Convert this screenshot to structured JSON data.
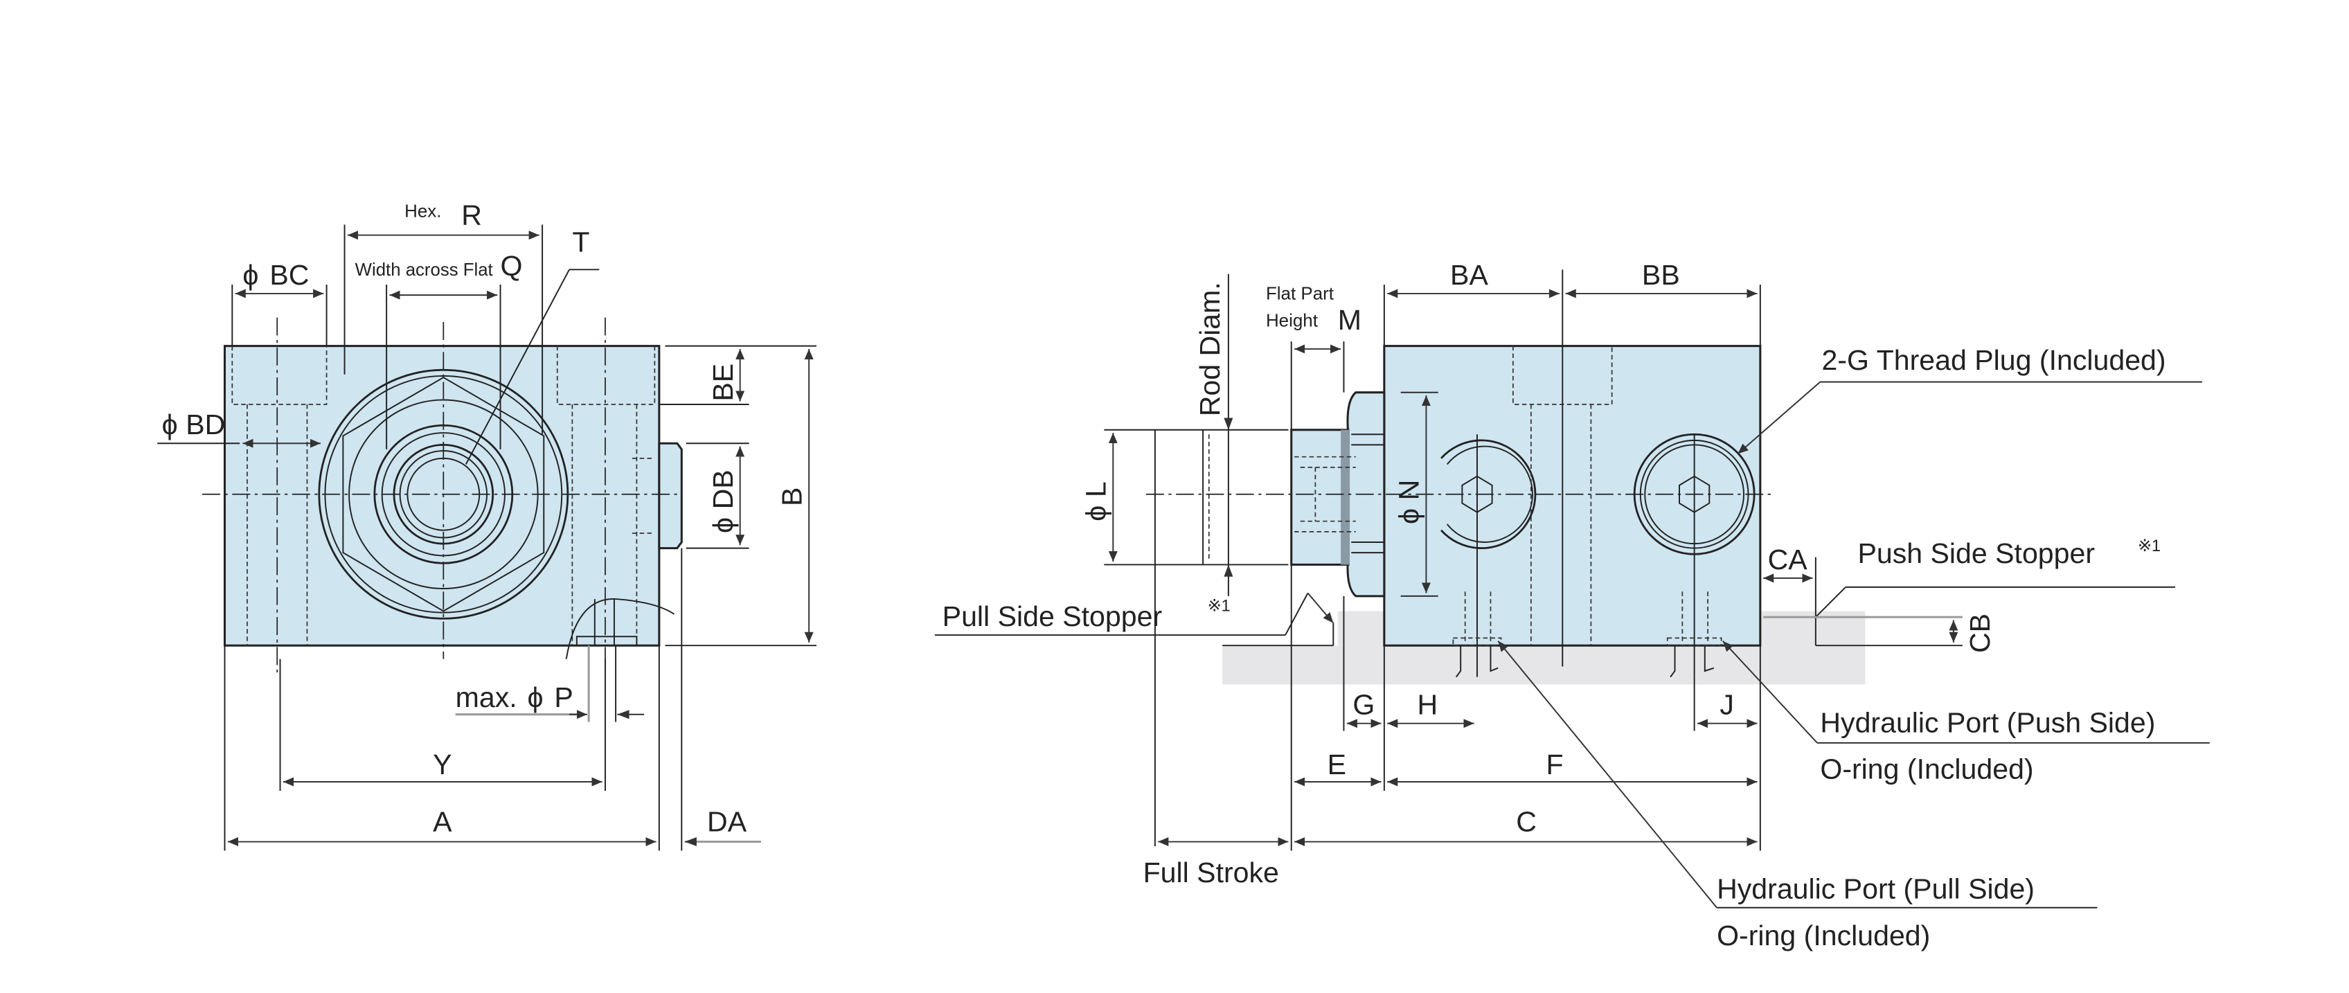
{
  "colors": {
    "body_fill": "#cfe5f0",
    "base_fill": "#e6e6e8",
    "line": "#222222"
  },
  "front_view": {
    "hex_prefix": "Hex.",
    "hex_letter": "R",
    "width_across_flat": "Width across Flat",
    "waf_letter": "Q",
    "T": "T",
    "BC": "BC",
    "BD": "BD",
    "BE": "BE",
    "DB": "DB",
    "B": "B",
    "max_prefix": "max.",
    "P": "P",
    "Y": "Y",
    "A": "A",
    "DA": "DA",
    "phi": "ϕ"
  },
  "side_view": {
    "rod_diam": "Rod Diam.",
    "flat_part": "Flat Part",
    "height": "Height",
    "M": "M",
    "BA": "BA",
    "BB": "BB",
    "L": "L",
    "N": "N",
    "phi": "ϕ",
    "thread_plug": "2-G Thread Plug (Included)",
    "push_stopper": "Push Side Stopper",
    "pull_stopper": "Pull Side Stopper",
    "note_mark": "※1",
    "CA": "CA",
    "CB": "CB",
    "G": "G",
    "H": "H",
    "J": "J",
    "E": "E",
    "F": "F",
    "C": "C",
    "full_stroke": "Full Stroke",
    "port_push": "Hydraulic Port (Push Side)",
    "port_pull": "Hydraulic Port (Pull Side)",
    "oring_push": "O-ring (Included)",
    "oring_pull": "O-ring (Included)"
  }
}
